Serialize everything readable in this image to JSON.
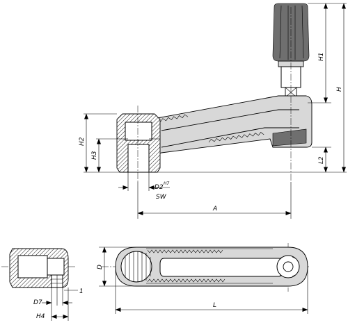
{
  "labels": {
    "H1": "H1",
    "H": "H",
    "H2": "H2",
    "H3": "H3",
    "L2": "L2",
    "D2": "D2",
    "D2_tol": "H7",
    "SW": "SW",
    "A": "A",
    "D": "D",
    "L": "L",
    "D7": "D7",
    "H4": "H4",
    "item1": "1"
  }
}
